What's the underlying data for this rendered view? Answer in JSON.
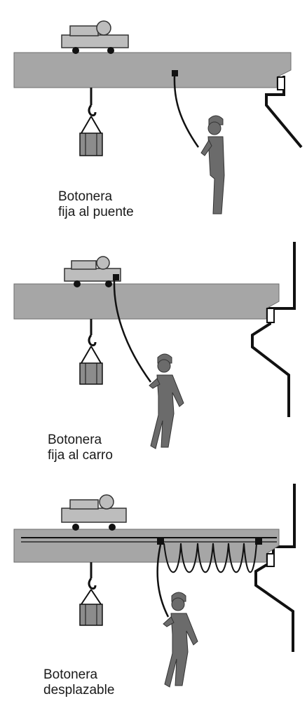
{
  "figure": {
    "panels": [
      {
        "id": "fixed-to-bridge",
        "caption_line1": "Botonera",
        "caption_line2": "fija al puente"
      },
      {
        "id": "fixed-to-trolley",
        "caption_line1": "Botonera",
        "caption_line2": "fija al carro"
      },
      {
        "id": "movable",
        "caption_line1": "Botonera",
        "caption_line2": "desplazable"
      }
    ],
    "colors": {
      "beam": "#a6a6a6",
      "beam_stroke": "#6e6e6e",
      "trolley": "#bdbdbd",
      "figure": "#6b6b6b",
      "line": "#111111",
      "load": "#8c8c8c"
    }
  }
}
